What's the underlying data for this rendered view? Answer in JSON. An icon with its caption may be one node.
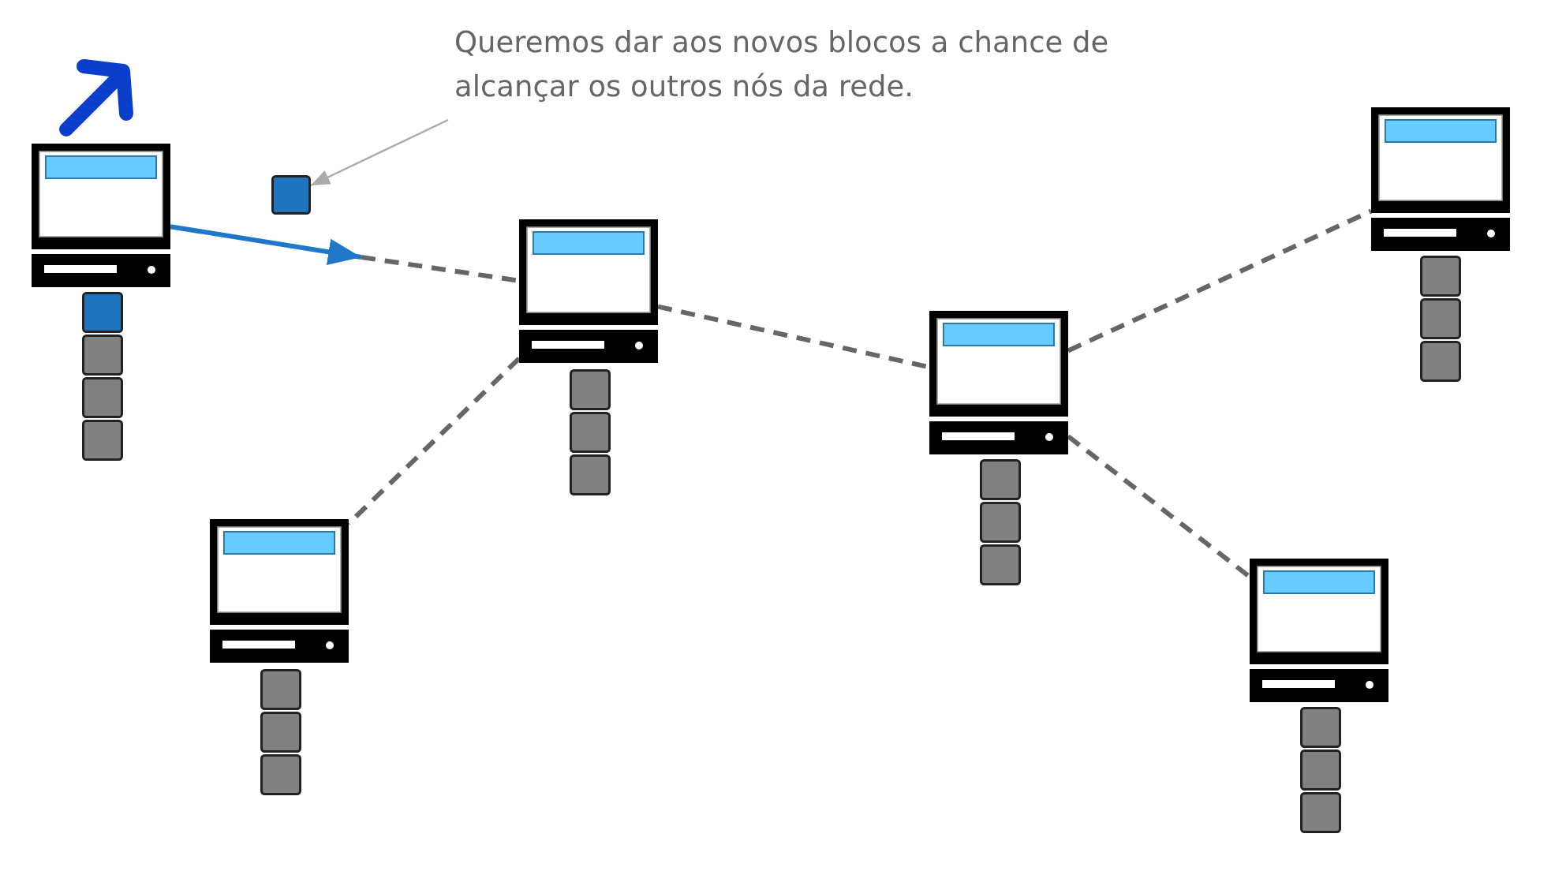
{
  "diagram": {
    "nodes": [
      {
        "text": [],
        "shape": "computer"
      },
      {
        "text": [],
        "shape": "computer"
      },
      {
        "text": [],
        "shape": "computer"
      },
      {
        "text": [],
        "shape": "computer"
      },
      {
        "text": [],
        "shape": "computer"
      },
      {
        "text": [],
        "shape": "computer"
      },
      {
        "text": [
          "Queremos dar aos novos blocos a chance de alcançar os outros nós da rede."
        ]
      },
      {
        "text": [],
        "shape": "box"
      }
    ],
    "edges": [
      {
        "from": 0,
        "to": null,
        "arrow": "to",
        "color": "#1f77c8"
      },
      {
        "from": null,
        "to": 1,
        "arrow": "none",
        "style": "dashed"
      },
      {
        "from": 1,
        "to": 2,
        "arrow": "none",
        "style": "dashed"
      },
      {
        "from": 1,
        "to": 3,
        "arrow": "none",
        "style": "dashed"
      },
      {
        "from": 3,
        "to": 4,
        "arrow": "none",
        "style": "dashed"
      },
      {
        "from": 3,
        "to": 5,
        "arrow": "none",
        "style": "dashed"
      },
      {
        "from": 6,
        "to": 7,
        "arrow": "to",
        "color": "#aaaaaa"
      }
    ]
  }
}
